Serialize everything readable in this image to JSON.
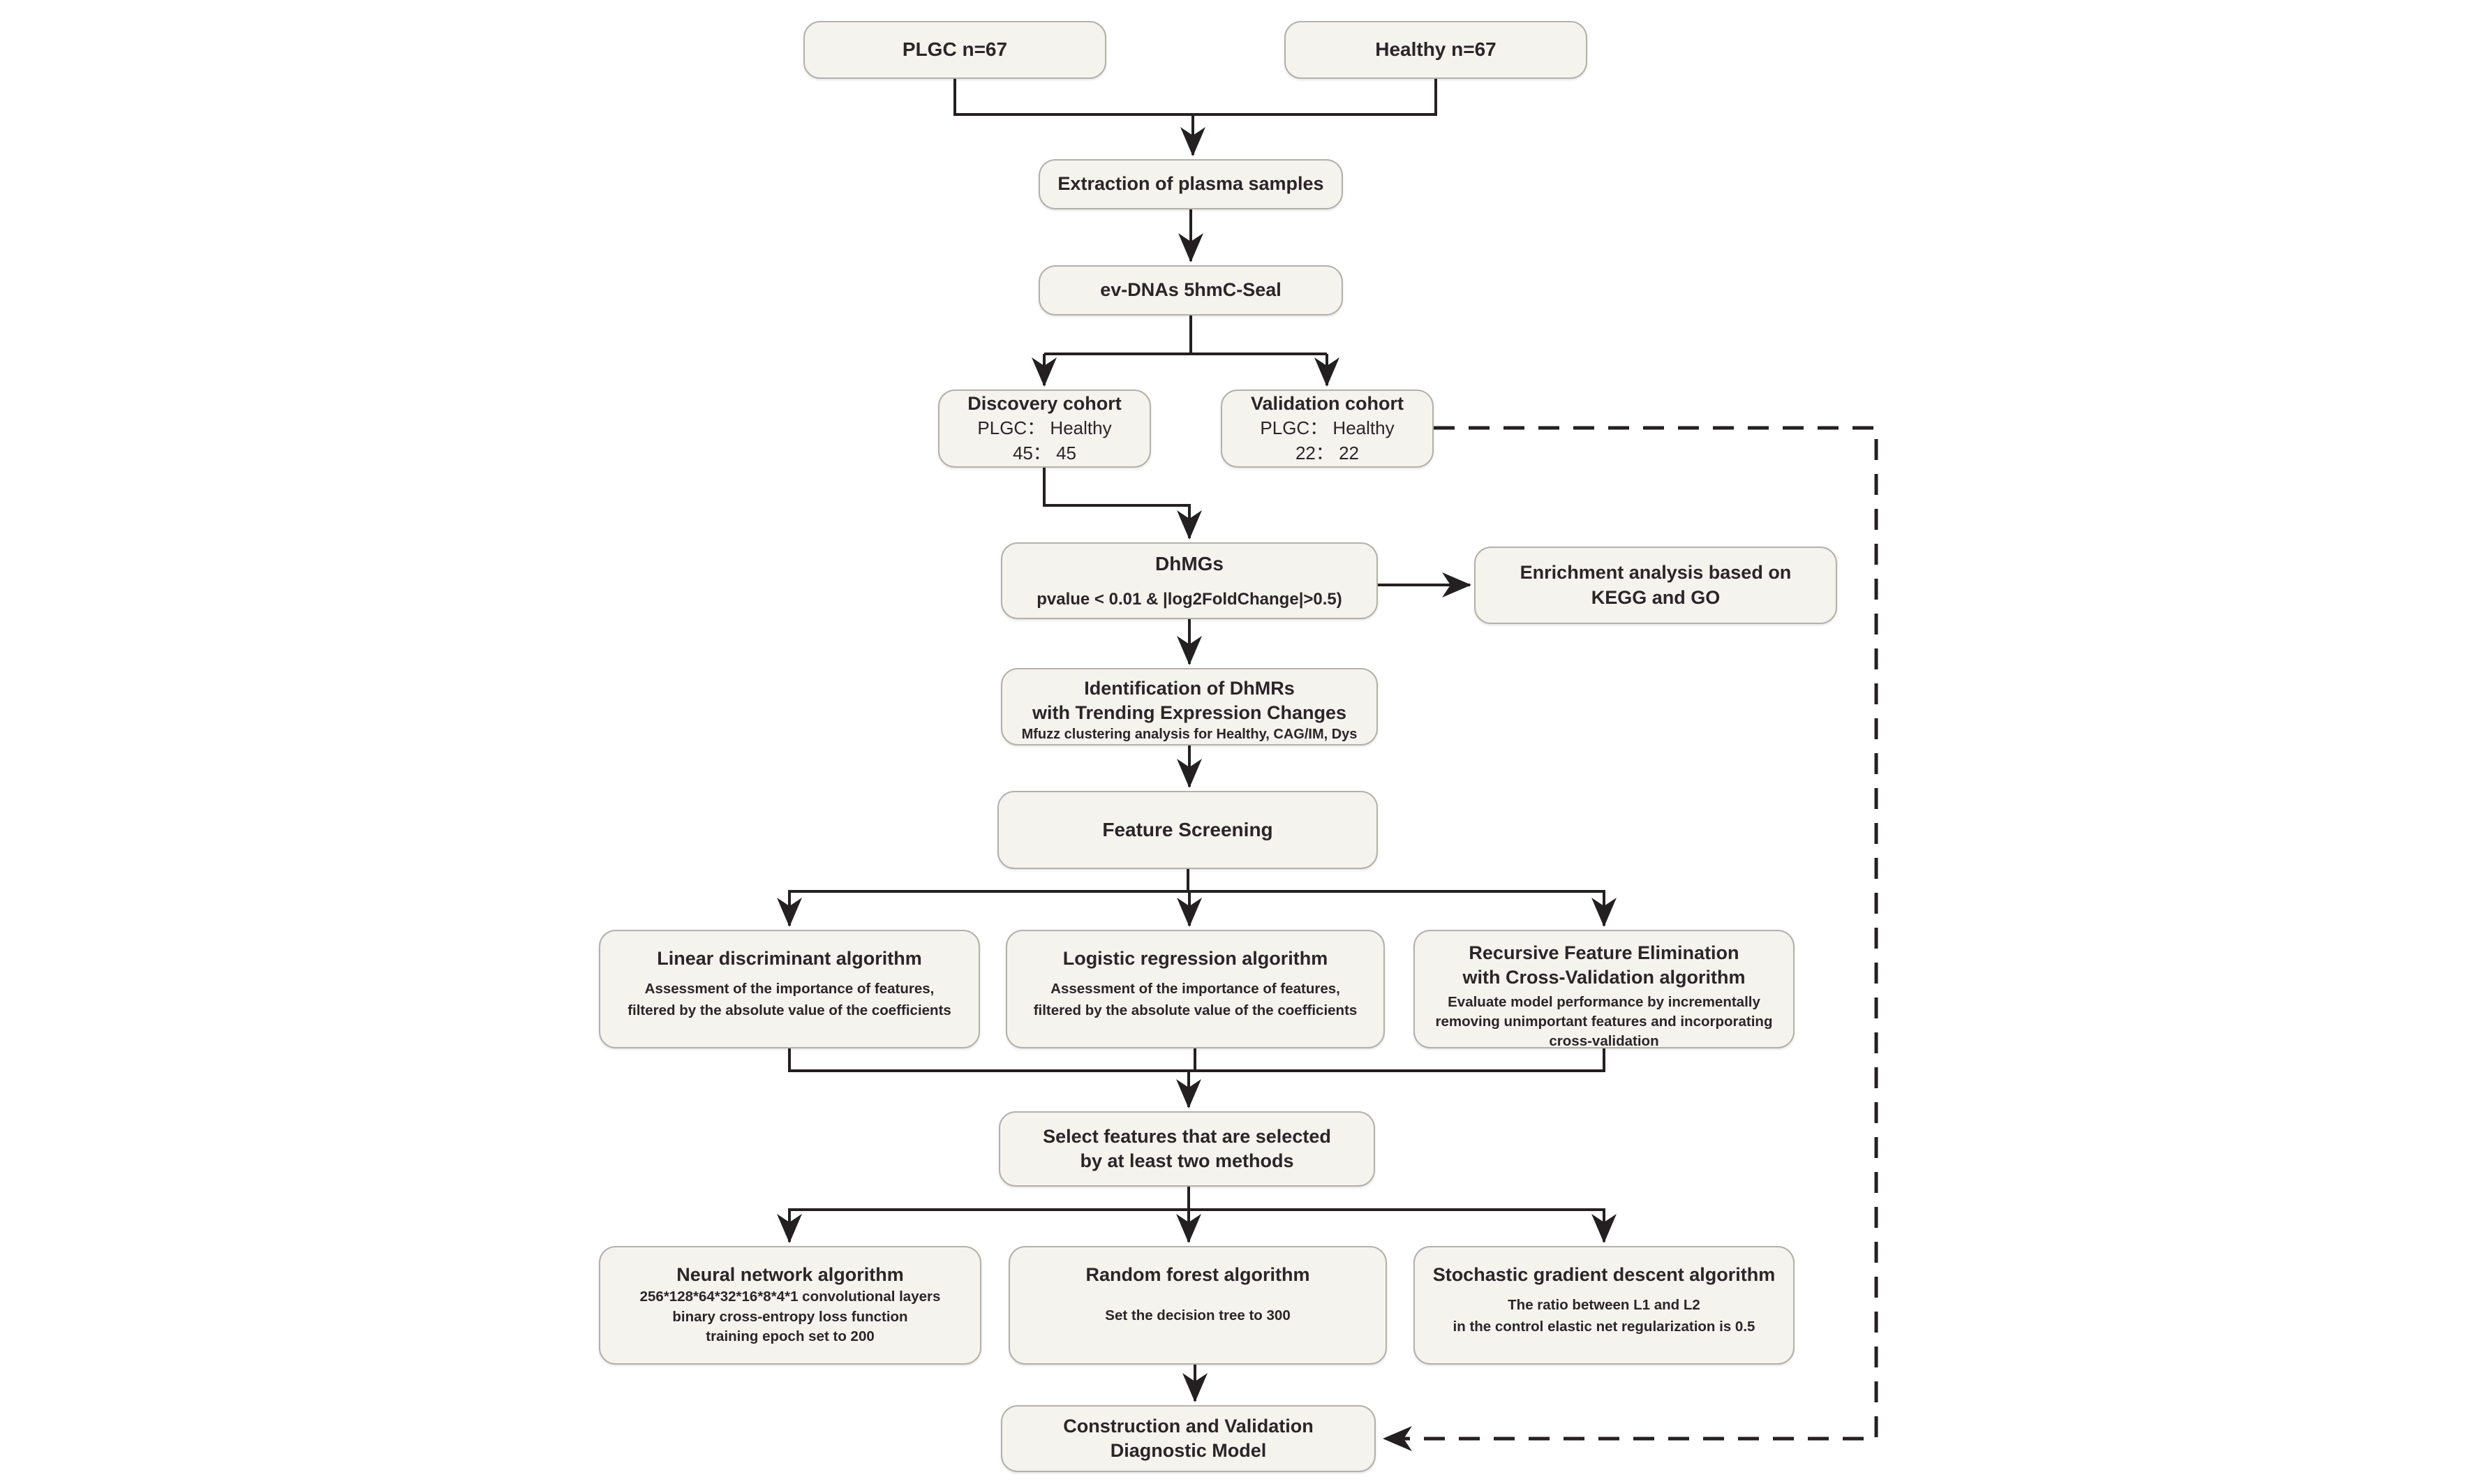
{
  "figure": {
    "type": "flowchart",
    "colors": {
      "background": "#ffffff",
      "box_fill": "#f4f3ee",
      "box_border": "#b3b1ab",
      "line": "#241f20",
      "text": "#2b2527"
    },
    "boxes": {
      "plgc": {
        "title": "PLGC n=67"
      },
      "healthy": {
        "title": "Healthy n=67"
      },
      "extraction": {
        "title": "Extraction of plasma samples"
      },
      "evdna": {
        "title": "ev-DNAs 5hmC-Seal"
      },
      "discovery": {
        "title": "Discovery  cohort",
        "ratio_label": "PLGC： Healthy",
        "ratio_value": "45： 45"
      },
      "validation": {
        "title": "Validation cohort",
        "ratio_label": "PLGC： Healthy",
        "ratio_value": "22： 22"
      },
      "dhmgs": {
        "title": "DhMGs",
        "subtitle": "pvalue < 0.01 & |log2FoldChange|>0.5)"
      },
      "enrichment": {
        "title": "Enrichment analysis based on\nKEGG and GO"
      },
      "identification": {
        "title": "Identification of DhMRs\nwith Trending Expression Changes",
        "subtitle": "Mfuzz clustering analysis for Healthy, CAG/IM, Dys"
      },
      "screening": {
        "title": "Feature Screening"
      },
      "linear": {
        "title": "Linear discriminant algorithm",
        "body": "Assessment of the importance of features,\nfiltered by the absolute value of the coefficients"
      },
      "logistic": {
        "title": "Logistic regression algorithm",
        "body": "Assessment of the importance of features,\nfiltered by the absolute value of the coefficients"
      },
      "rfe": {
        "title": "Recursive Feature Elimination\nwith Cross-Validation algorithm",
        "body": "Evaluate model performance by incrementally\nremoving unimportant features and incorporating\ncross-validation"
      },
      "select": {
        "title": "Select features that are selected\nby at least two methods"
      },
      "neural": {
        "title": "Neural network algorithm",
        "body": "256*128*64*32*16*8*4*1 convolutional layers\nbinary cross-entropy loss function\ntraining epoch set to 200"
      },
      "random_forest": {
        "title": "Random forest algorithm",
        "body": "Set the decision tree to 300"
      },
      "sgd": {
        "title": "Stochastic gradient descent algorithm",
        "body": "The ratio between L1 and L2\nin the control elastic net regularization is 0.5"
      },
      "construction": {
        "title": "Construction and Validation\nDiagnostic Model"
      }
    }
  }
}
